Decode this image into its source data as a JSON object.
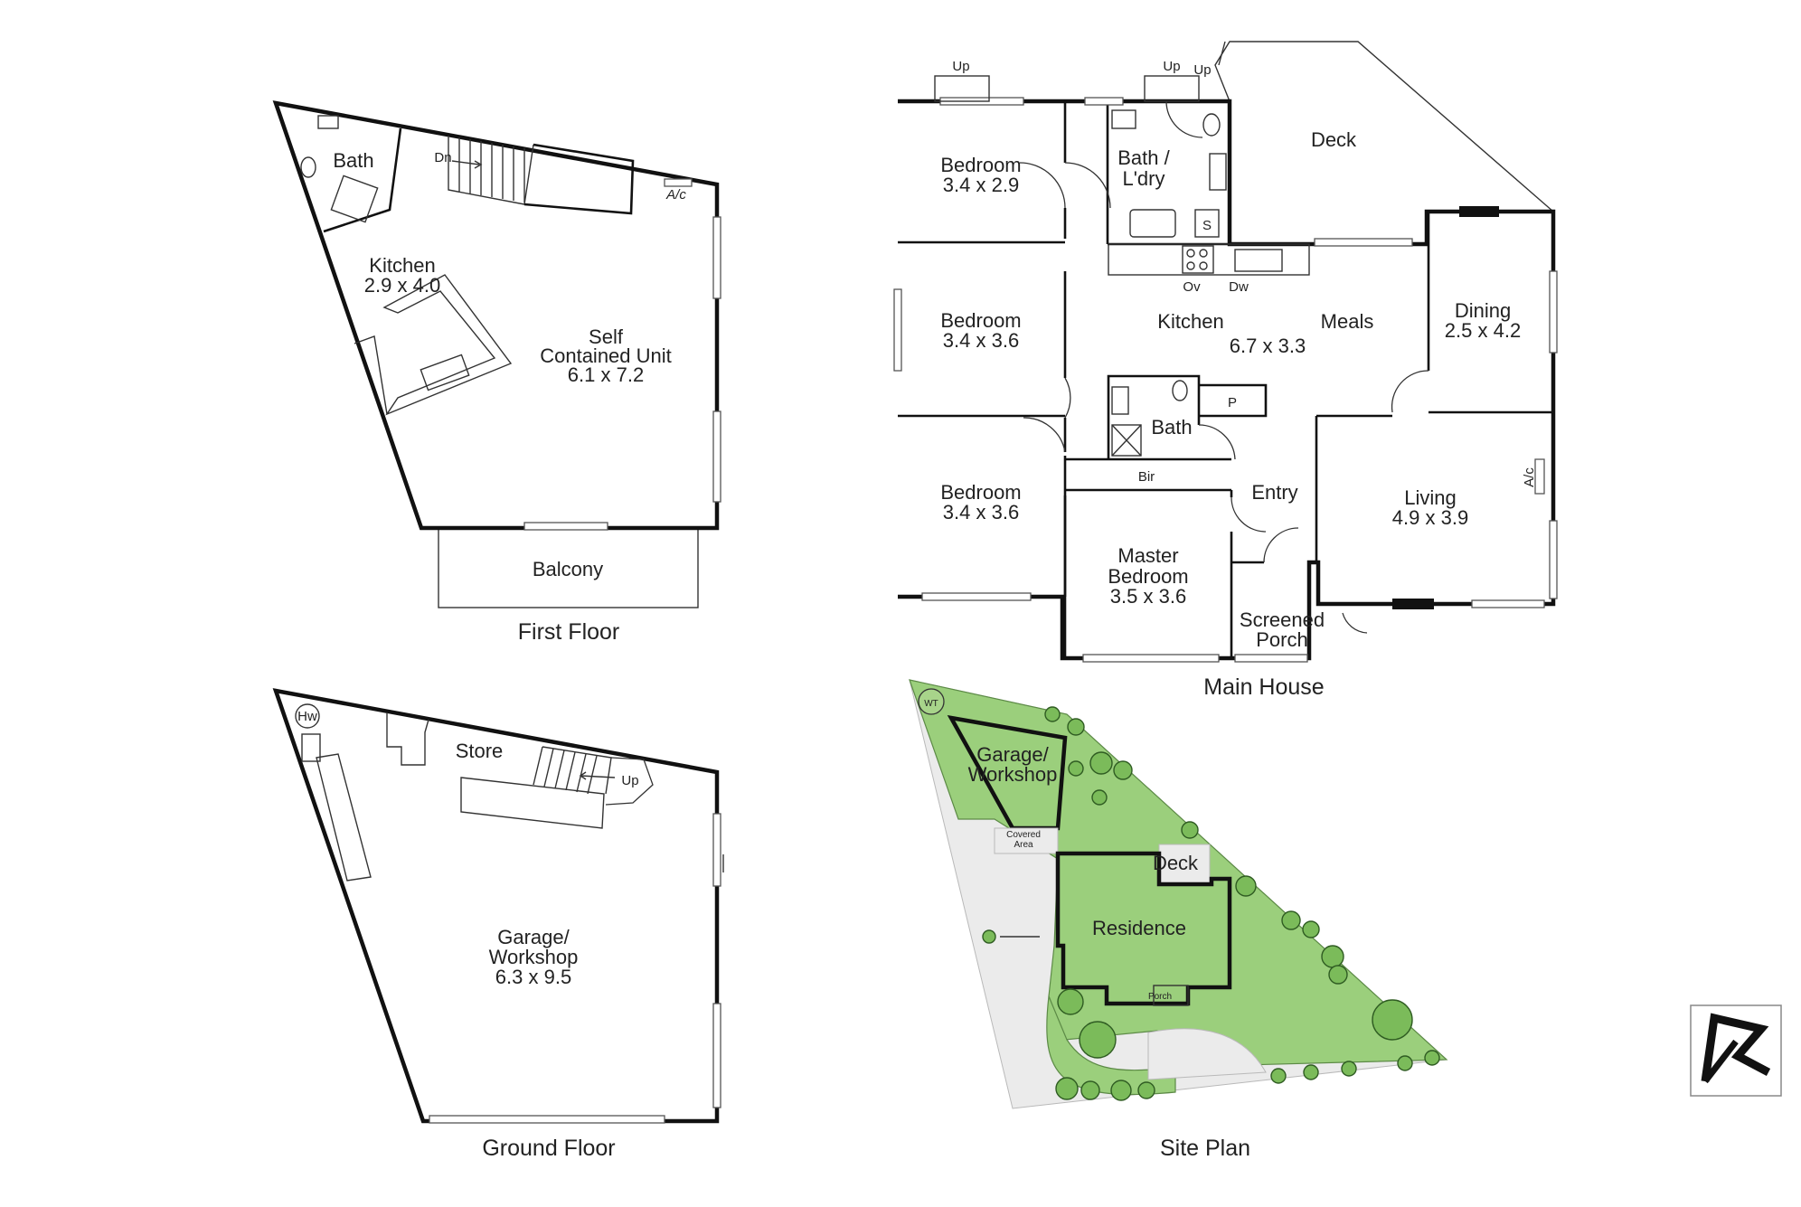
{
  "first_floor": {
    "title": "First Floor",
    "bath": "Bath",
    "dn": "Dn",
    "ac": "A/c",
    "kitchen_name": "Kitchen",
    "kitchen_dims": "2.9 x 4.0",
    "unit_line1": "Self",
    "unit_line2": "Contained Unit",
    "unit_dims": "6.1 x 7.2",
    "balcony": "Balcony"
  },
  "ground_floor": {
    "title": "Ground Floor",
    "hw": "Hw",
    "store": "Store",
    "up": "Up",
    "garage_line1": "Garage/",
    "garage_line2": "Workshop",
    "garage_dims": "6.3 x 9.5"
  },
  "main_house": {
    "title": "Main House",
    "up1": "Up",
    "up2": "Up",
    "up3": "Up",
    "bed1_name": "Bedroom",
    "bed1_dims": "3.4 x 2.9",
    "bed2_name": "Bedroom",
    "bed2_dims": "3.4 x 3.6",
    "bed3_name": "Bedroom",
    "bed3_dims": "3.4 x 3.6",
    "bath_ldry1": "Bath /",
    "bath_ldry2": "L'dry",
    "s": "S",
    "ov": "Ov",
    "dw": "Dw",
    "deck": "Deck",
    "kitchen": "Kitchen",
    "meals": "Meals",
    "kitchen_dims": "6.7 x 3.3",
    "dining_name": "Dining",
    "dining_dims": "2.5 x 4.2",
    "p": "P",
    "bath": "Bath",
    "bir": "Bir",
    "entry": "Entry",
    "living_name": "Living",
    "living_dims": "4.9 x 3.9",
    "ac": "A/c",
    "master1": "Master",
    "master2": "Bedroom",
    "master_dims": "3.5 x 3.6",
    "porch1": "Screened",
    "porch2": "Porch"
  },
  "site_plan": {
    "title": "Site Plan",
    "wt": "WT",
    "garage1": "Garage/",
    "garage2": "Workshop",
    "covered1": "Covered",
    "covered2": "Area",
    "deck": "Deck",
    "residence": "Residence",
    "porch": "Porch"
  },
  "colors": {
    "wall": "#111111",
    "lawn": "#9bcf7c",
    "paving": "#ebebeb",
    "tree": "#7bbb5a"
  }
}
